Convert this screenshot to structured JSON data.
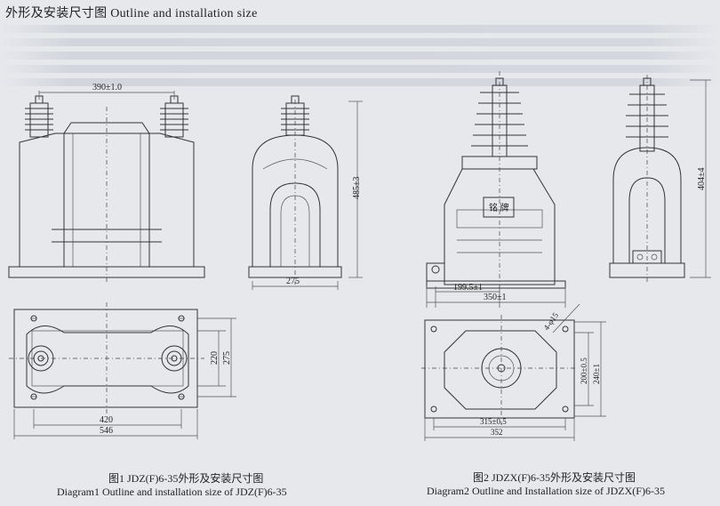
{
  "header": {
    "title": "外形及安装尺寸图 Outline and installation size"
  },
  "dim1": {
    "top_width": "390±1.0",
    "side_width": "275",
    "side_height": "485±3",
    "plan_h1": "220",
    "plan_h2": "275",
    "plan_w1": "420",
    "plan_w2": "546"
  },
  "dim2": {
    "front_offset": "199.5±1",
    "front_width": "350±1",
    "side_height": "404±4",
    "nameplate": "铭 牌",
    "hole": "4-φ15",
    "plan_h1": "200±0.5",
    "plan_h2": "240±1",
    "plan_w1": "315±0.5",
    "plan_w2": "352"
  },
  "captions": {
    "fig1_cn": "图1 JDZ(F)6-35外形及安装尺寸图",
    "fig1_en": "Diagram1 Outline and installation size of JDZ(F)6-35",
    "fig2_cn": "图2 JDZX(F)6-35外形及安装尺寸图",
    "fig2_en": "Diagram2 Outline and Installation size of JDZX(F)6-35"
  }
}
